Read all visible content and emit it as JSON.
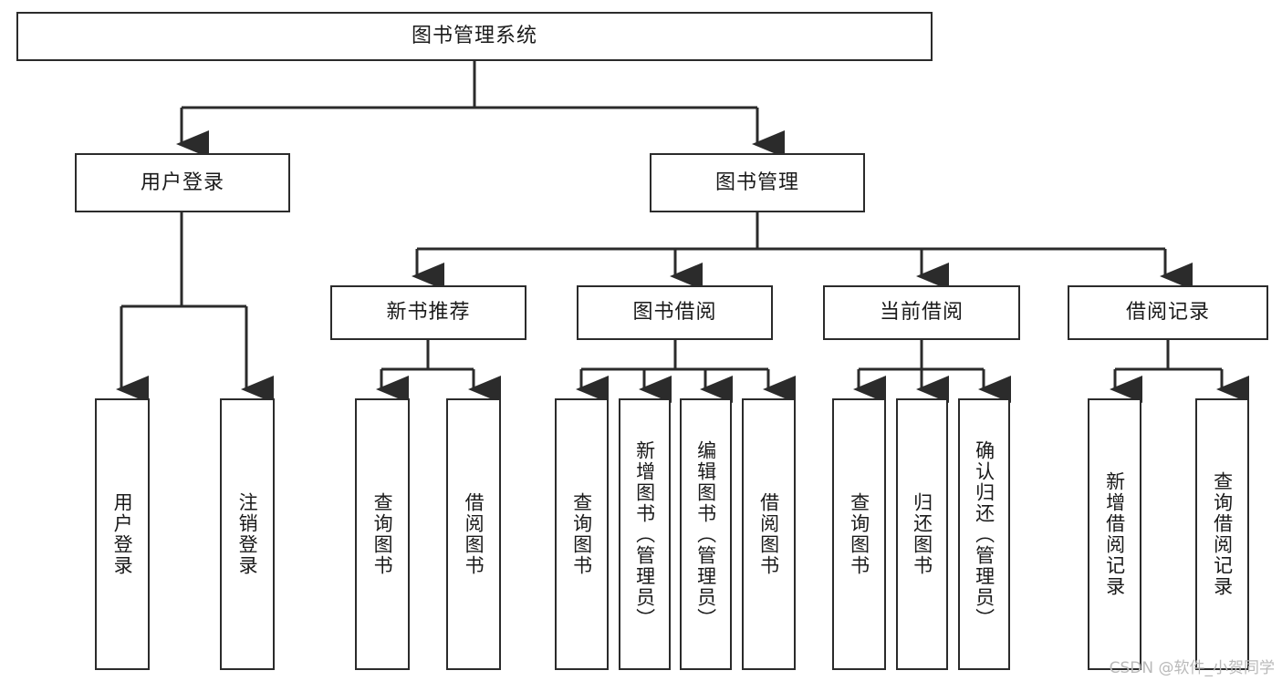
{
  "diagram": {
    "title": "图书管理系统",
    "type": "tree",
    "colors": {
      "line": "#2b2b2b",
      "box_border": "#2b2b2b",
      "box_fill": "#ffffff",
      "text": "#1a1a1a",
      "watermark": "#b9b9b9"
    },
    "root": {
      "label": "图书管理系统"
    },
    "level2": [
      {
        "label": "用户登录"
      },
      {
        "label": "图书管理"
      }
    ],
    "level3": [
      {
        "label": "新书推荐"
      },
      {
        "label": "图书借阅"
      },
      {
        "label": "当前借阅"
      },
      {
        "label": "借阅记录"
      }
    ],
    "leaves": {
      "user_login": [
        {
          "label": "用户登录"
        },
        {
          "label": "注销登录"
        }
      ],
      "new_book_recommend": [
        {
          "label": "查询图书"
        },
        {
          "label": "借阅图书"
        }
      ],
      "book_borrow": [
        {
          "label": "查询图书"
        },
        {
          "label": "新增图书（管理员）"
        },
        {
          "label": "编辑图书（管理员）"
        },
        {
          "label": "借阅图书"
        }
      ],
      "current_borrow": [
        {
          "label": "查询图书"
        },
        {
          "label": "归还图书"
        },
        {
          "label": "确认归还（管理员）"
        }
      ],
      "borrow_record": [
        {
          "label": "新增借阅记录"
        },
        {
          "label": "查询借阅记录"
        }
      ]
    },
    "watermark": "CSDN @软件_小贺同学"
  }
}
